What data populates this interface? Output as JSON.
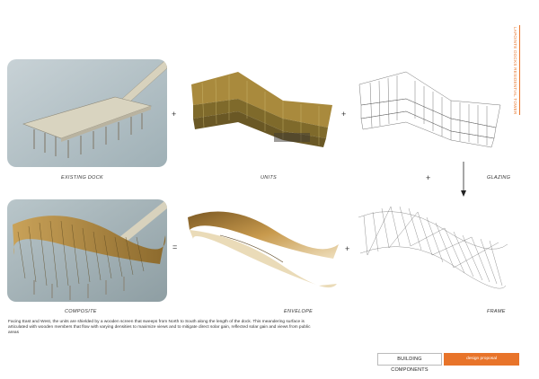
{
  "vertical_title": "LAPOINTE DOCKS RESIDENTIAL TOWER",
  "operators": {
    "plus1": "+",
    "plus2": "+",
    "plus3": "+",
    "equals": "=",
    "plus4": "+"
  },
  "captions": {
    "existing_dock": "EXISTING DOCK",
    "units": "UNITS",
    "glazing": "GLAZING",
    "composite": "COMPOSITE",
    "envelope": "ENVELOPE",
    "frame": "FRAME"
  },
  "description": "Facing East and West, the units are shielded by a wooden screen that sweeps from North to South along the length of the dock. This meandering surface is articulated with wooden members that flow with varying densities to maximize views and to mitigate direct solar gain, reflected solar gain and views from public areas",
  "footer": {
    "section": "BUILDING COMPONENTS",
    "tag": "design proposal"
  },
  "colors": {
    "accent": "#e8742a",
    "wood": "#b8893a",
    "water": "#c9d3d6"
  }
}
